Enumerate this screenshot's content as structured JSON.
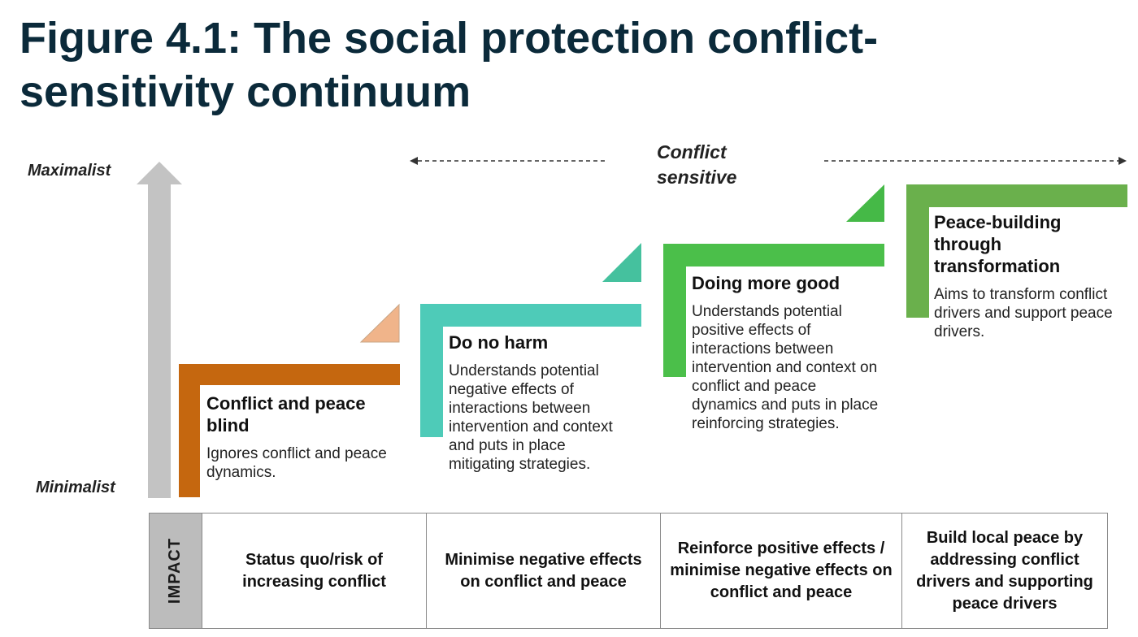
{
  "title": "Figure 4.1: The social protection conflict-sensitivity continuum",
  "axis": {
    "top_label": "Maximalist",
    "bottom_label": "Minimalist"
  },
  "conflict_sensitive": {
    "line1": "Conflict",
    "line2": "sensitive"
  },
  "stages": [
    {
      "title": "Conflict and peace blind",
      "description": "Ignores conflict and peace dynamics.",
      "color": "#c5670f",
      "triangle_color": "#f0b48a"
    },
    {
      "title": "Do no harm",
      "description": "Understands potential negative effects of interactions between intervention and context and puts in place mitigating strategies.",
      "color": "#4ecbb8",
      "triangle_color": "#45c19e"
    },
    {
      "title": "Doing more good",
      "description": "Understands potential positive effects of interactions between intervention and context on conflict and peace dynamics and puts in place reinforcing strategies.",
      "color": "#4bbf4a",
      "triangle_color": "#45b947"
    },
    {
      "title": "Peace-building through transformation",
      "description": "Aims to transform conflict drivers and support peace drivers.",
      "color": "#6ab04c",
      "triangle_color": null
    }
  ],
  "impact": {
    "header": "IMPACT",
    "cells": [
      "Status quo/risk of increasing conflict",
      "Minimise negative effects on conflict and peace",
      "Reinforce positive effects / minimise negative effects on conflict and peace",
      "Build local peace by addressing conflict drivers and supporting peace drivers"
    ]
  }
}
